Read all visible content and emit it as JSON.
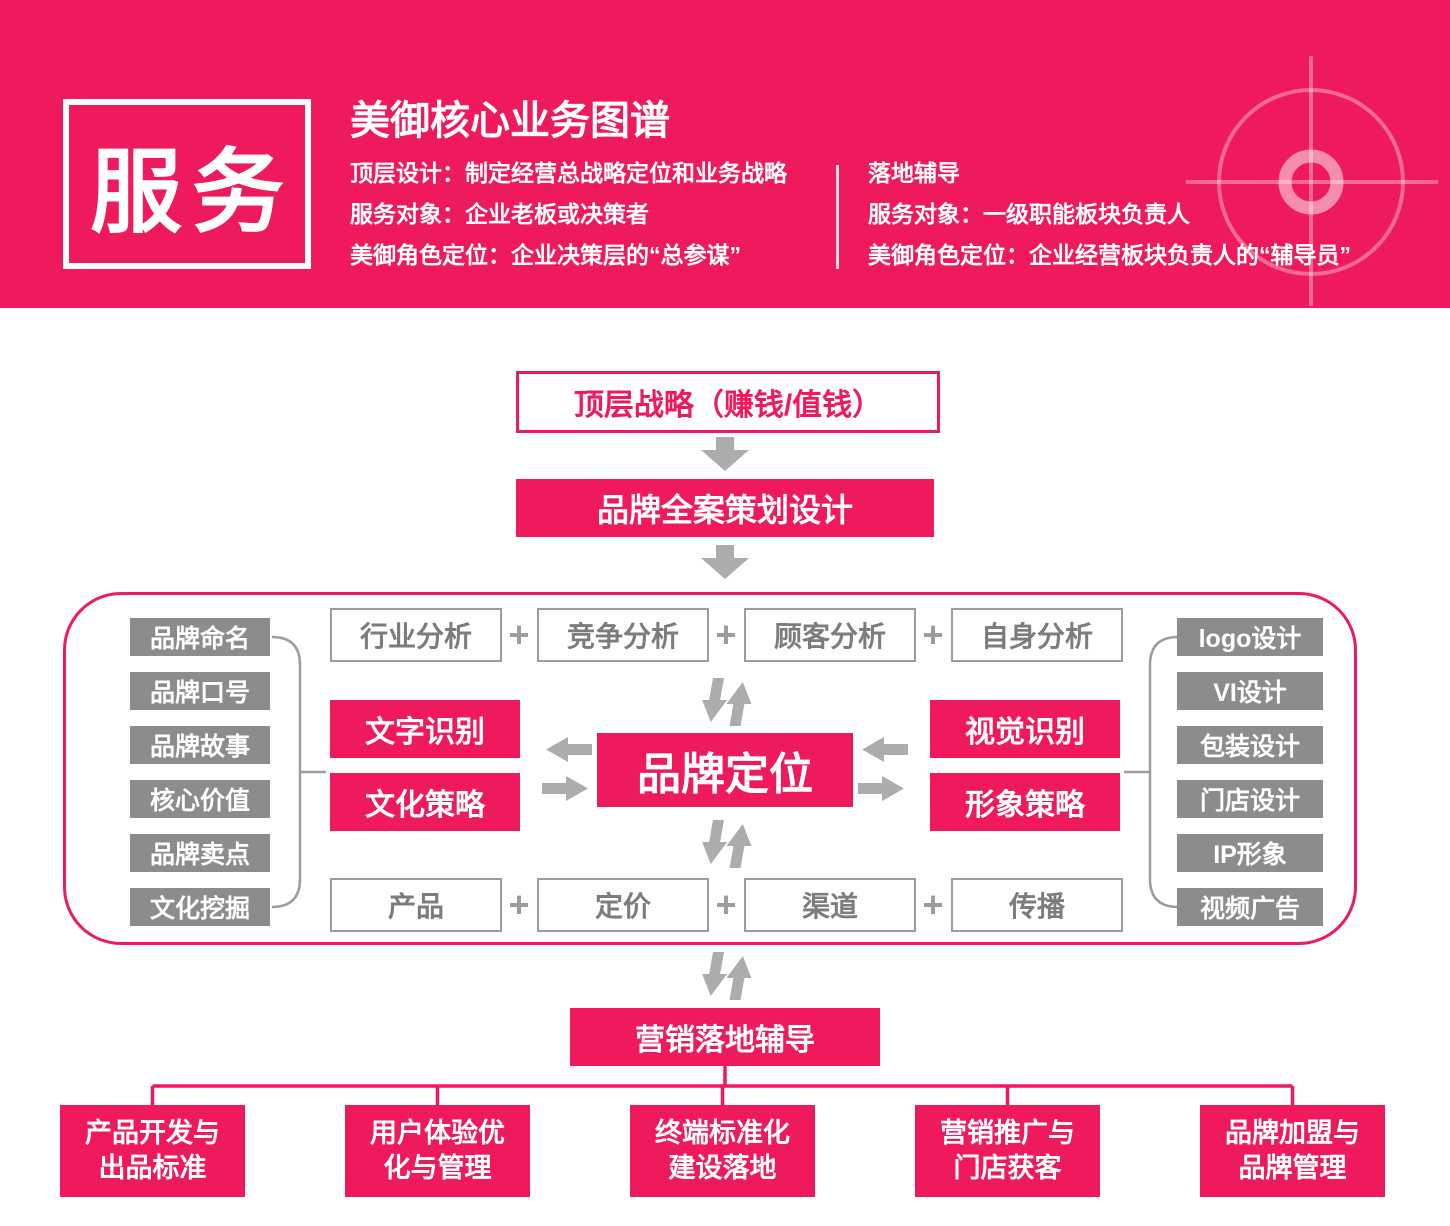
{
  "colors": {
    "pink": "#EF1A5C",
    "gray": "#8C8C8C"
  },
  "header": {
    "badge": "服务",
    "title": "美御核心业务图谱",
    "left": {
      "line1": "顶层设计：制定经营总战略定位和业务战略",
      "line2": "服务对象：企业老板或决策者",
      "line3": "美御角色定位：企业决策层的“总参谋”"
    },
    "right": {
      "line1": "落地辅导",
      "line2": "服务对象：一级职能板块负责人",
      "line3": "美御角色定位：企业经营板块负责人的“辅导员”"
    }
  },
  "flow": {
    "top_strategy": "顶层战略（赚钱/值钱）",
    "brand_plan": "品牌全案策划设计",
    "marketing_coaching": "营销落地辅导"
  },
  "center": {
    "plus": "+",
    "left_items": [
      "品牌命名",
      "品牌口号",
      "品牌故事",
      "核心价值",
      "品牌卖点",
      "文化挖掘"
    ],
    "right_items": [
      "logo设计",
      "VI设计",
      "包装设计",
      "门店设计",
      "IP形象",
      "视频广告"
    ],
    "analysis_row": [
      "行业分析",
      "竞争分析",
      "顾客分析",
      "自身分析"
    ],
    "marketing_row": [
      "产品",
      "定价",
      "渠道",
      "传播"
    ],
    "text_identity": "文字识别",
    "culture_strategy": "文化策略",
    "brand_positioning": "品牌定位",
    "visual_identity": "视觉识别",
    "image_strategy": "形象策略"
  },
  "bottom_items": [
    "产品开发与\n出品标准",
    "用户体验优\n化与管理",
    "终端标准化\n建设落地",
    "营销推广与\n门店获客",
    "品牌加盟与\n品牌管理"
  ]
}
